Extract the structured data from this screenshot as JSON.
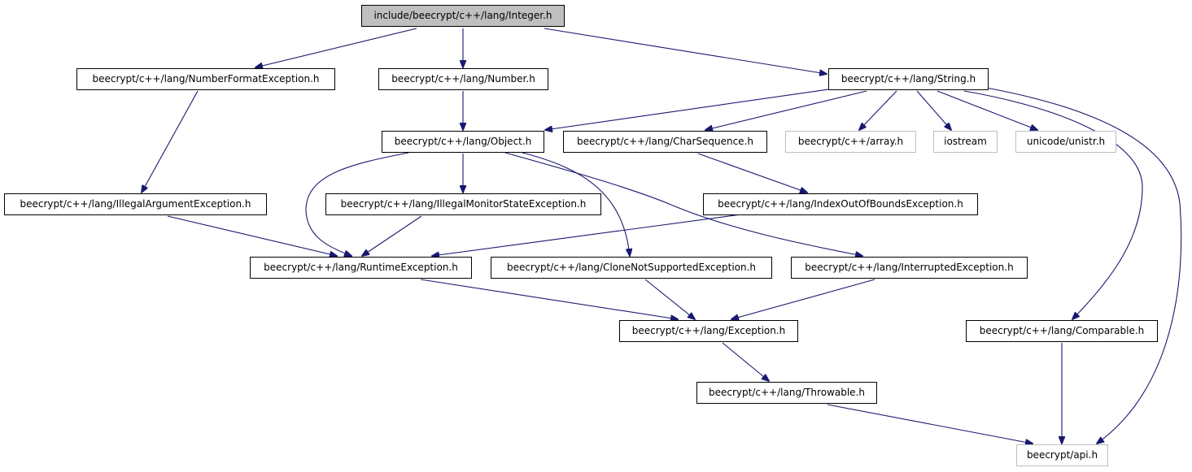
{
  "graph": {
    "root": "include/beecrypt/c++/lang/Integer.h",
    "nodes": {
      "integer": "include/beecrypt/c++/lang/Integer.h",
      "number_format_exception": "beecrypt/c++/lang/NumberFormatException.h",
      "number": "beecrypt/c++/lang/Number.h",
      "string": "beecrypt/c++/lang/String.h",
      "object": "beecrypt/c++/lang/Object.h",
      "char_sequence": "beecrypt/c++/lang/CharSequence.h",
      "array": "beecrypt/c++/array.h",
      "iostream": "iostream",
      "unistr": "unicode/unistr.h",
      "illegal_argument_exception": "beecrypt/c++/lang/IllegalArgumentException.h",
      "illegal_monitor_state_exception": "beecrypt/c++/lang/IllegalMonitorStateException.h",
      "index_out_of_bounds_exception": "beecrypt/c++/lang/IndexOutOfBoundsException.h",
      "runtime_exception": "beecrypt/c++/lang/RuntimeException.h",
      "clone_not_supported_exception": "beecrypt/c++/lang/CloneNotSupportedException.h",
      "interrupted_exception": "beecrypt/c++/lang/InterruptedException.h",
      "exception": "beecrypt/c++/lang/Exception.h",
      "comparable": "beecrypt/c++/lang/Comparable.h",
      "throwable": "beecrypt/c++/lang/Throwable.h",
      "api": "beecrypt/api.h"
    },
    "edges": [
      [
        "integer",
        "number_format_exception"
      ],
      [
        "integer",
        "number"
      ],
      [
        "integer",
        "string"
      ],
      [
        "number_format_exception",
        "illegal_argument_exception"
      ],
      [
        "number",
        "object"
      ],
      [
        "string",
        "object"
      ],
      [
        "string",
        "char_sequence"
      ],
      [
        "string",
        "array"
      ],
      [
        "string",
        "iostream"
      ],
      [
        "string",
        "unistr"
      ],
      [
        "string",
        "comparable"
      ],
      [
        "string",
        "api"
      ],
      [
        "object",
        "runtime_exception"
      ],
      [
        "object",
        "illegal_monitor_state_exception"
      ],
      [
        "object",
        "clone_not_supported_exception"
      ],
      [
        "object",
        "interrupted_exception"
      ],
      [
        "char_sequence",
        "index_out_of_bounds_exception"
      ],
      [
        "illegal_argument_exception",
        "runtime_exception"
      ],
      [
        "illegal_monitor_state_exception",
        "runtime_exception"
      ],
      [
        "index_out_of_bounds_exception",
        "runtime_exception"
      ],
      [
        "runtime_exception",
        "exception"
      ],
      [
        "clone_not_supported_exception",
        "exception"
      ],
      [
        "interrupted_exception",
        "exception"
      ],
      [
        "exception",
        "throwable"
      ],
      [
        "throwable",
        "api"
      ],
      [
        "comparable",
        "api"
      ]
    ],
    "colors": {
      "edge": "#191970",
      "node_border": "#000000",
      "external_node_border": "#bfbfbf",
      "root_fill": "#bfbfbf",
      "node_fill": "#ffffff"
    }
  }
}
